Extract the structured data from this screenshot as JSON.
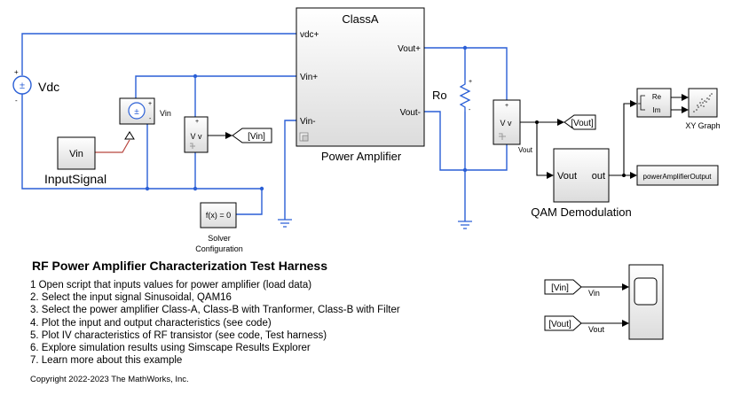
{
  "blocks": {
    "vdc_label": "Vdc",
    "vdc_plus": "+",
    "vdc_minus": "-",
    "vin_source_label": "Vin",
    "vin_source_plus": "+",
    "vin_source_minus": "-",
    "input_signal_port": "Vin",
    "input_signal_label": "InputSignal",
    "sensor_vin_text": "V v",
    "sensor_vin_plus": "+",
    "goto_vin": "[Vin]",
    "solver_text": "f(x) = 0",
    "solver_label_line1": "Solver",
    "solver_label_line2": "Configuration",
    "amp_title": "ClassA",
    "amp_port_vdc": "vdc+",
    "amp_port_vin_plus": "Vin+",
    "amp_port_vin_minus": "Vin-",
    "amp_port_vout_plus": "Vout+",
    "amp_port_vout_minus": "Vout-",
    "amp_label": "Power Amplifier",
    "ro_label": "Ro",
    "ro_plus": "+",
    "ro_minus": "-",
    "sensor_vout_text": "V v",
    "sensor_vout_plus": "+",
    "sensor_vout_label": "Vout",
    "goto_vout": "[Vout]",
    "qam_port_in": "Vout",
    "qam_port_out": "out",
    "qam_label": "QAM Demodulation",
    "cplx_re": "Re",
    "cplx_im": "Im",
    "xy_label": "XY Graph",
    "output_block": "powerAmplifierOutput",
    "from_vin": "[Vin]",
    "from_vin_signal": "Vin",
    "from_vout": "[Vout]",
    "from_vout_signal": "Vout"
  },
  "harness": {
    "title": "RF Power Amplifier Characterization Test Harness",
    "steps": [
      "1  Open script that inputs values for power amplifier (load data)",
      "2. Select the input signal Sinusoidal, QAM16",
      "3. Select the power amplifier Class-A,  Class-B with Tranformer,  Class-B with Filter",
      "4. Plot the input and output characteristics (see code)",
      "5. Plot IV characteristics of RF transistor (see code, Test harness)",
      "6. Explore simulation results using Simscape Results Explorer",
      "7. Learn more about this example"
    ],
    "copyright": "Copyright 2022-2023 The MathWorks, Inc."
  },
  "colors": {
    "physical_wire": "#2a5fd6",
    "signal_wire": "#000000",
    "input_link": "#b8463f",
    "block_border": "#000000",
    "block_fill_light": "#ffffff",
    "block_fill_dark": "#dcdcdc"
  }
}
